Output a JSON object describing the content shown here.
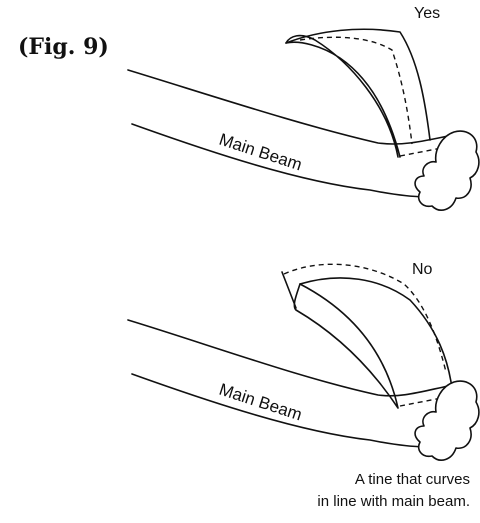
{
  "figure": {
    "label": "(Fig. 9)"
  },
  "panels": [
    {
      "verdict": "Yes",
      "beam_label": "Main Beam"
    },
    {
      "verdict": "No",
      "beam_label": "Main Beam",
      "caption_lines": [
        "A tine that curves",
        "in line with main beam."
      ]
    }
  ]
}
